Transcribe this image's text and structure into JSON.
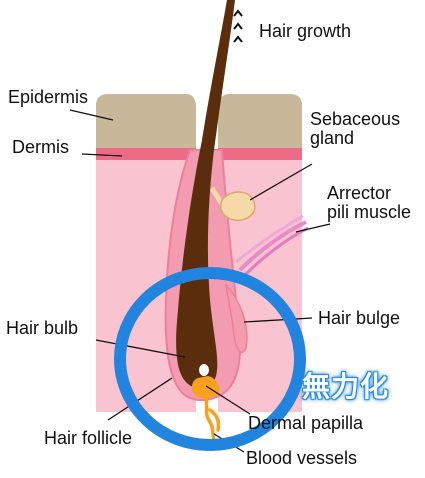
{
  "labels": {
    "hair_growth": "Hair growth",
    "epidermis": "Epidermis",
    "dermis": "Dermis",
    "sebaceous_gland": [
      "Sebaceous",
      "gland"
    ],
    "arrector_pili_muscle": [
      "Arrector",
      "pili muscle"
    ],
    "hair_bulge": "Hair bulge",
    "hair_bulb": "Hair bulb",
    "hair_follicle": "Hair follicle",
    "dermal_papilla": "Dermal papilla",
    "blood_vessels": "Blood vessels"
  },
  "highlight_text": "無力化",
  "colors": {
    "epidermis": "#c9b79a",
    "dermis_band": "#ec6b86",
    "dermis_tissue": "#f9c3cf",
    "follicle": "#f39cb1",
    "hair_shaft": "#5a2e0c",
    "sebaceous_gland": "#f6d9a8",
    "papilla": "#f7a11f",
    "highlight_ring": "#2185e0"
  }
}
